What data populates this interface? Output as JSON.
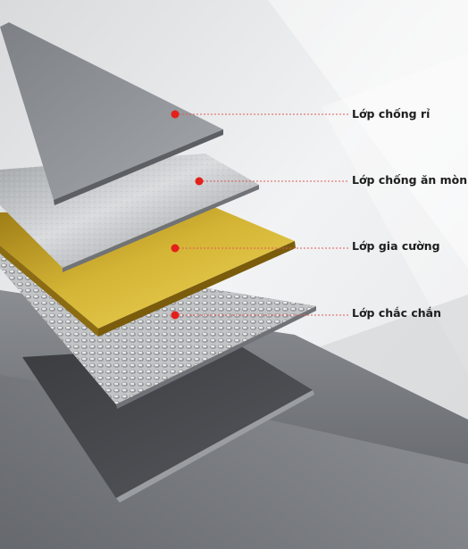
{
  "layers": [
    {
      "label": "Lớp chống rỉ"
    },
    {
      "label": "Lớp chống ăn mòn"
    },
    {
      "label": "Lớp gia cường"
    },
    {
      "label": "Lớp chắc chắn"
    }
  ],
  "colors": {
    "marker": "#e3201b",
    "leader_line": "#e05a5a",
    "gold": "#c9a92a",
    "steel": "#8d9196"
  }
}
